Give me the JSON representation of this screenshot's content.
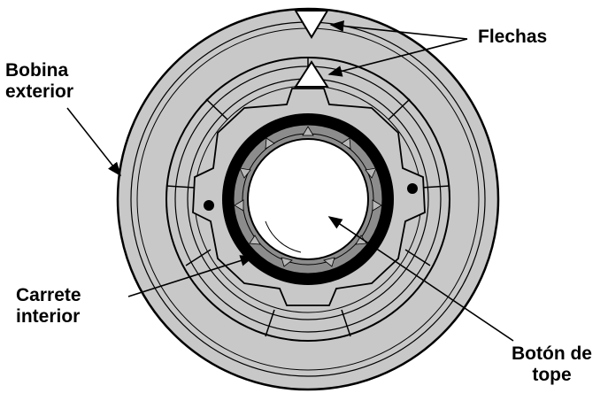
{
  "diagram": {
    "labels": {
      "arrows": "Flechas",
      "outer_spool_line1": "Bobina",
      "outer_spool_line2": "exterior",
      "inner_reel_line1": "Carrete",
      "inner_reel_line2": "interior",
      "stop_button_line1": "Botón de",
      "stop_button_line2": "tope"
    },
    "colors": {
      "disc_fill": "#c8c8c8",
      "inner_ring": "#8c8c8c",
      "black_ring": "#000000",
      "hub": "#ffffff",
      "line": "#000000"
    }
  }
}
